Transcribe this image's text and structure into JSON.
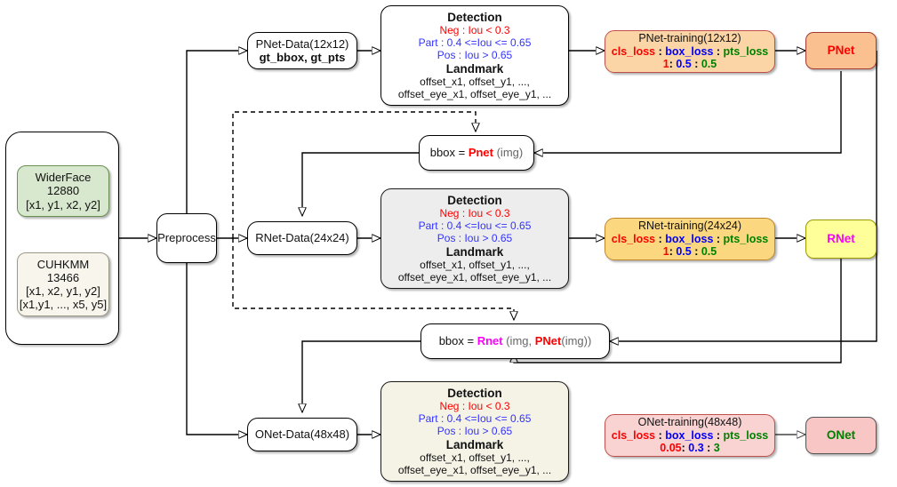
{
  "sources": {
    "widerface": {
      "name": "WiderFace",
      "count": "12880",
      "format": "[x1, y1, x2, y2]"
    },
    "cuhkmm": {
      "name": "CUHKMM",
      "count": "13466",
      "format1": "[x1, x2, y1, y2]",
      "format2": "[x1,y1, ..., x5, y5]"
    }
  },
  "preprocess": {
    "label": "Preprocess"
  },
  "stages": [
    {
      "data_label": "PNet-Data(12x12)",
      "data_sub": "gt_bbox, gt_pts",
      "detection": {
        "heading": "Detection",
        "neg": "Neg : Iou < 0.3",
        "part": "Part : 0.4 <=Iou <= 0.65",
        "pos": "Pos : Iou > 0.65",
        "landmark_heading": "Landmark",
        "landmark1": "offset_x1, offset_y1, ...,",
        "landmark2": "offset_eye_x1, offset_eye_y1, ..."
      },
      "training": {
        "title": "PNet-training(12x12)",
        "cls": "cls_loss",
        "box": "box_loss",
        "pts": "pts_loss",
        "w_cls": "1",
        "w_box": "0.5",
        "w_pts": "0.5"
      },
      "net": "PNet"
    },
    {
      "data_label": "RNet-Data(24x24)",
      "data_sub": "",
      "detection": {
        "heading": "Detection",
        "neg": "Neg : Iou < 0.3",
        "part": "Part : 0.4 <=Iou <= 0.65",
        "pos": "Pos : Iou > 0.65",
        "landmark_heading": "Landmark",
        "landmark1": "offset_x1, offset_y1, ...,",
        "landmark2": "offset_eye_x1, offset_eye_y1, ..."
      },
      "training": {
        "title": "RNet-training(24x24)",
        "cls": "cls_loss",
        "box": "box_loss",
        "pts": "pts_loss",
        "w_cls": "1",
        "w_box": "0.5",
        "w_pts": "0.5"
      },
      "net": "RNet"
    },
    {
      "data_label": "ONet-Data(48x48)",
      "data_sub": "",
      "detection": {
        "heading": "Detection",
        "neg": "Neg : Iou < 0.3",
        "part": "Part : 0.4 <=Iou <= 0.65",
        "pos": "Pos : Iou > 0.65",
        "landmark_heading": "Landmark",
        "landmark1": "offset_x1, offset_y1, ...,",
        "landmark2": "offset_eye_x1, offset_eye_y1, ..."
      },
      "training": {
        "title": "ONet-training(48x48)",
        "cls": "cls_loss",
        "box": "box_loss",
        "pts": "pts_loss",
        "w_cls": "0.05",
        "w_box": "0.3",
        "w_pts": "3"
      },
      "net": "ONet"
    }
  ],
  "bbox_nodes": {
    "first": {
      "prefix": "bbox = ",
      "fn": "Pnet",
      "args": " (img)"
    },
    "second": {
      "prefix": "bbox = ",
      "fn": "Rnet",
      "args_open": " (img, ",
      "fn2": "PNet",
      "args_close": "(img))"
    }
  },
  "colors": {
    "neg": "#ff0000",
    "part": "#3333ff",
    "cls_loss": "#ff0000",
    "box_loss": "#0000ff",
    "pts_loss": "#008000",
    "pnet_fill": "#fac090",
    "rnet_fill": "#ffff99",
    "onet_fill": "#f9c6c6"
  }
}
